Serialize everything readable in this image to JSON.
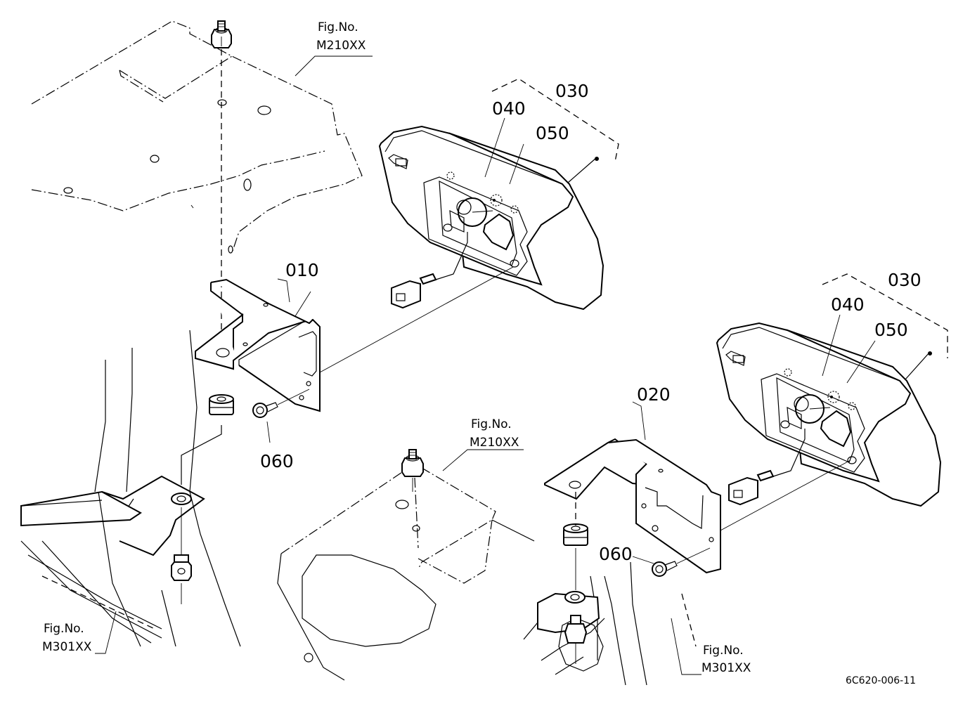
{
  "part_labels": {
    "p010": "010",
    "p020": "020",
    "p030_upper": "030",
    "p030_lower": "030",
    "p040_upper": "040",
    "p040_lower": "040",
    "p050_upper": "050",
    "p050_lower": "050",
    "p060_upper": "060",
    "p060_lower": "060"
  },
  "figure_refs": {
    "m210_upper": {
      "title": "Fig.No.",
      "code": "M210XX"
    },
    "m210_lower": {
      "title": "Fig.No.",
      "code": "M210XX"
    },
    "m301_left": {
      "title": "Fig.No.",
      "code": "M301XX"
    },
    "m301_right": {
      "title": "Fig.No.",
      "code": "M301XX"
    }
  },
  "drawing_code": "6C620-006-11"
}
